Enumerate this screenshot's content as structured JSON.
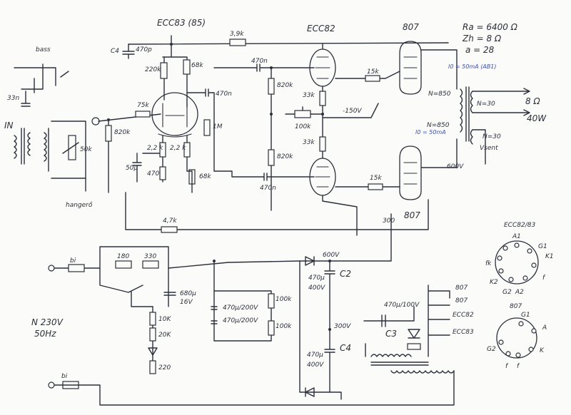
{
  "tubes": {
    "preamp": "ECC83 (85)",
    "driver": "ECC82",
    "output_top": "807",
    "output_bottom": "807"
  },
  "specs": {
    "ra": "Ra = 6400 Ω",
    "zh": "Zh = 8 Ω",
    "a": "a = 28",
    "idle": "I0 = 50mA (AB1)",
    "idle2": "I0 = 50mA"
  },
  "labels": {
    "bass": "bass",
    "input": "IN",
    "volume": "hangerő",
    "c4": "C4",
    "c2": "C2",
    "c3": "C3",
    "c4b": "C4",
    "mains": "N 230V",
    "freq": "50Hz",
    "fuse": "bi",
    "fuse2": "bi",
    "vsent": "Vsent",
    "out_ohm": "8 Ω",
    "out_w": "40W",
    "n30": "N=30",
    "n30b": "N=30",
    "n850": "N=850",
    "n850b": "N=850",
    "v600": "600V",
    "v600b": "600V",
    "v300": "300",
    "v300b": "300V",
    "v150": "-150V",
    "hv_list1": "807",
    "hv_list2": "807",
    "hv_list3": "ECC82",
    "hv_list4": "ECC83",
    "pin_title1": "ECC82/83",
    "pin_title2": "807"
  },
  "values": {
    "c4": "470p",
    "r_3k9": "3,9k",
    "r_220k": "220k",
    "r_68k": "68k",
    "c_470n_a": "470n",
    "c_470n_b": "470n",
    "c_470n_c": "470n",
    "r_75k": "75k",
    "r_820k_a": "820k",
    "r_820k_b": "820k",
    "r_820k_c": "820k",
    "r_1m": "1M",
    "r_2k2_a": "2,2 k",
    "r_2k2_b": "2,2 k",
    "c_50u": "50µ",
    "r_470": "470",
    "r_68k_b": "68k",
    "r_4k7": "4,7k",
    "r_33k_a": "33k",
    "r_33k_b": "33k",
    "r_100k": "100k",
    "r_15k_a": "15k",
    "r_15k_b": "15k",
    "r_50k": "50k",
    "c_33n": "33n",
    "r_180": "180",
    "r_330": "330",
    "c_680u": "680µ",
    "v_16": "16V",
    "r_10k": "10K",
    "r_20k": "20K",
    "r_220": "220",
    "c_470u_200": "470µ/200V",
    "c_470u_200b": "470µ/200V",
    "r_100k_a": "100k",
    "r_100k_b": "100k",
    "c2_val": "470µ",
    "c2_v": "400V",
    "c3_val": "470µ/100V",
    "c4_val": "470µ",
    "c4_v": "400V"
  },
  "pins": {
    "ecc": [
      "A1",
      "G1",
      "K1",
      "f",
      "A2",
      "G2",
      "K2",
      "fk"
    ],
    "p807": [
      "G1",
      "A",
      "K",
      "f",
      "f",
      "G2"
    ]
  }
}
